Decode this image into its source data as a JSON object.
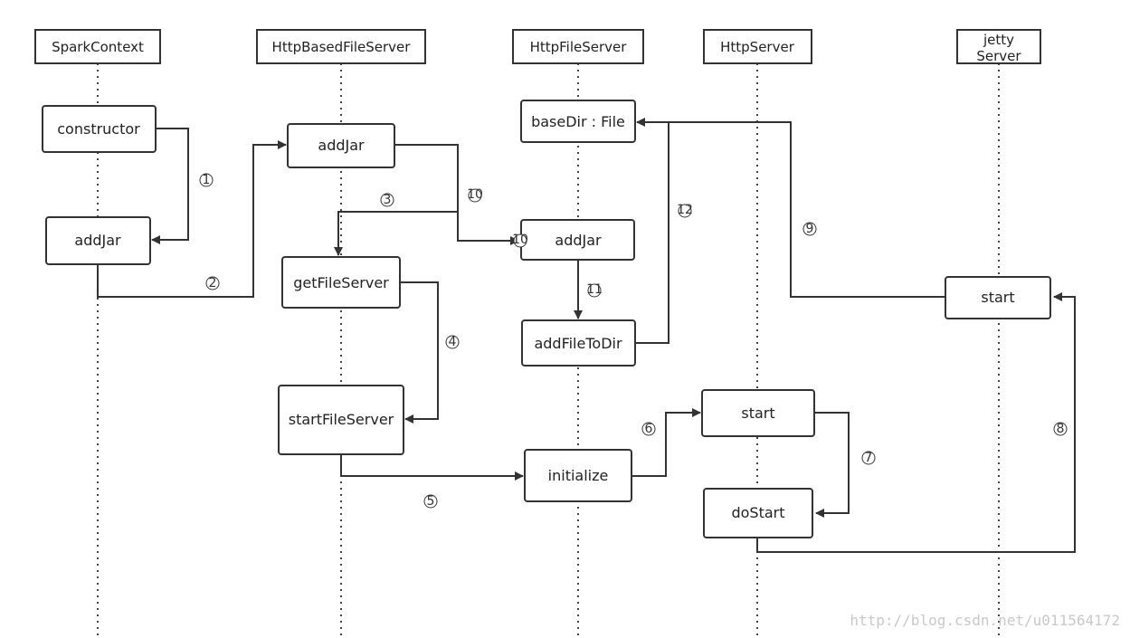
{
  "lifelines": {
    "spark_context": "SparkContext",
    "http_based_file_server": "HttpBasedFileServer",
    "http_file_server": "HttpFileServer",
    "http_server": "HttpServer",
    "jetty_server_line1": "jetty",
    "jetty_server_line2": "Server"
  },
  "boxes": {
    "sc_constructor": "constructor",
    "sc_addjar": "addJar",
    "hbfs_addjar": "addJar",
    "hbfs_getfileserver": "getFileServer",
    "hbfs_startfileserver": "startFileServer",
    "hfs_basedir": "baseDir : File",
    "hfs_addjar": "addJar",
    "hfs_addfiletodir": "addFileToDir",
    "hfs_initialize": "initialize",
    "hs_start": "start",
    "hs_dostart": "doStart",
    "jetty_start": "start"
  },
  "steps": {
    "s1": "1",
    "s2": "2",
    "s3": "3",
    "s4": "4",
    "s5": "5",
    "s6": "6",
    "s7": "7",
    "s8": "8",
    "s9": "9",
    "s10": "10",
    "s11": "11",
    "s12": "12",
    "s10_overlap": "10"
  },
  "watermark": "http://blog.csdn.net/u011564172"
}
